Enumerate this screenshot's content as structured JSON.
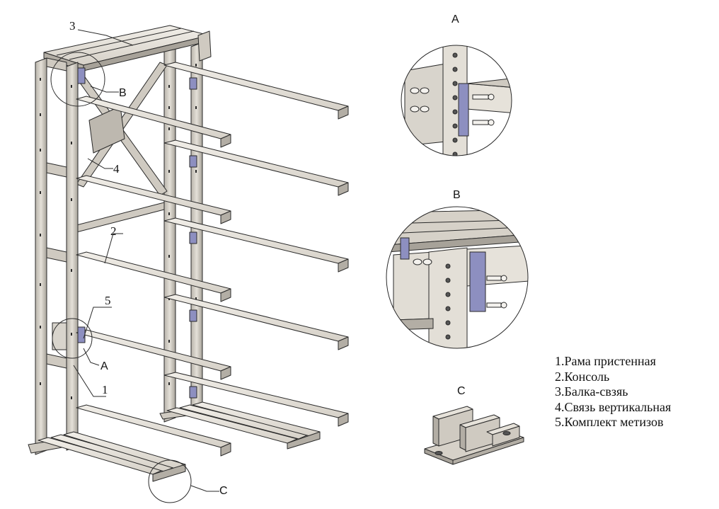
{
  "callouts": {
    "n1": "1",
    "n2": "2",
    "n3": "3",
    "n4": "4",
    "n5": "5",
    "a": "A",
    "b": "B",
    "c": "C"
  },
  "details": {
    "a_title": "A",
    "b_title": "B",
    "c_title": "C"
  },
  "legend": [
    "1.Рама пристенная",
    "2.Консоль",
    "3.Балка-свзяь",
    "4.Связь вертикальная",
    "5.Комплект метизов"
  ],
  "colors": {
    "steel_light": "#e6e2da",
    "steel_mid": "#c9c4ba",
    "steel_dark": "#8f8a82",
    "outline": "#2a2a2a",
    "plate": "#8d8fc0"
  }
}
